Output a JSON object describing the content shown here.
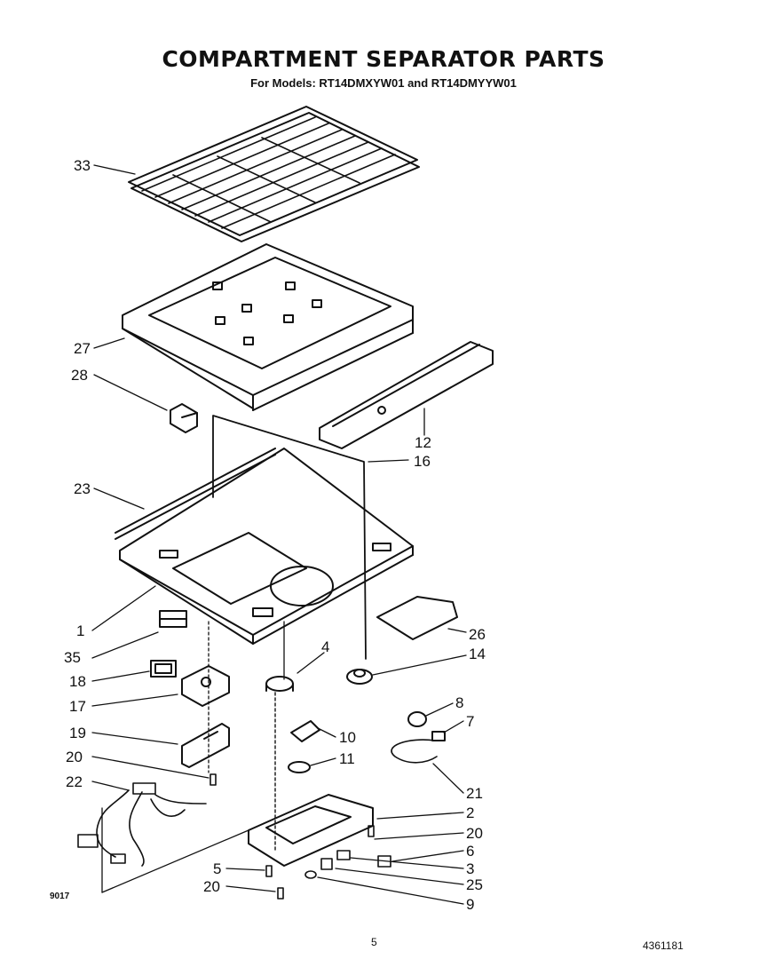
{
  "header": {
    "title": "COMPARTMENT SEPARATOR PARTS",
    "subtitle": "For Models: RT14DMXYW01 and RT14DMYYW01"
  },
  "callouts": [
    "33",
    "27",
    "28",
    "12",
    "16",
    "23",
    "1",
    "26",
    "4",
    "14",
    "35",
    "18",
    "17",
    "8",
    "7",
    "19",
    "10",
    "11",
    "20",
    "21",
    "22",
    "2",
    "20",
    "6",
    "3",
    "5",
    "25",
    "20",
    "9"
  ],
  "footer": {
    "code": "9017",
    "page": "5",
    "doc_number": "4361181"
  }
}
